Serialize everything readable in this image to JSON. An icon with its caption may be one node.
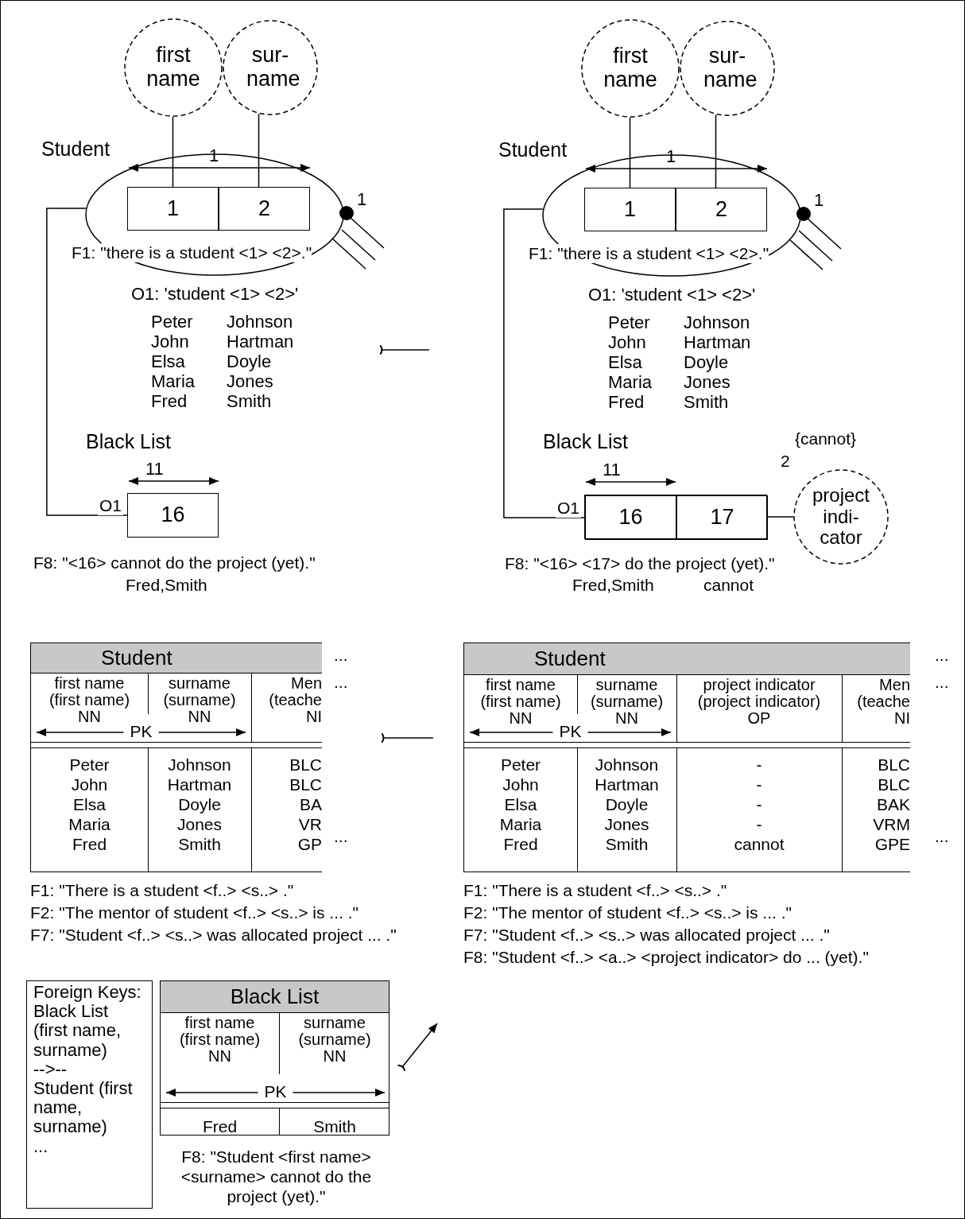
{
  "diagram": {
    "nodes": [
      {
        "text": [
          "first name"
        ]
      },
      {
        "text": [
          "sur- name"
        ]
      },
      {
        "text": [
          "Student"
        ],
        "beside": [
          "F1: \"there is a student <1> <2>.\""
        ]
      },
      {
        "text": [
          "1"
        ],
        "in": 2
      },
      {
        "text": [
          "2"
        ],
        "in": 2
      },
      {
        "text": [
          "Black List",
          "16"
        ],
        "beside": [
          "F8: \"<16> cannot do the project (yet).\"",
          "Fred,Smith"
        ]
      },
      {
        "text": [
          "first name"
        ]
      },
      {
        "text": [
          "sur- name"
        ]
      },
      {
        "text": [
          "Student"
        ],
        "beside": [
          "F1: \"there is a student <1> <2>.\""
        ]
      },
      {
        "text": [
          "1"
        ],
        "in": 8
      },
      {
        "text": [
          "2"
        ],
        "in": 8
      },
      {
        "text": [
          "Black List"
        ],
        "beside": [
          "F8: \"<16> <17> do the project (yet).\"",
          "Fred,Smith",
          "cannot"
        ]
      },
      {
        "text": [
          "16"
        ],
        "in": 11
      },
      {
        "text": [
          "17"
        ],
        "in": 11
      },
      {
        "text": [
          "project indi- cator"
        ],
        "beside": [
          "{cannot}",
          "2"
        ]
      },
      {
        "text": [
          "Student",
          "first name (first name) NN",
          "surname (surname) NN",
          "Men (teache NI",
          "PK",
          "Peter",
          "Johnson",
          "BLC",
          "John",
          "Hartman",
          "BLC",
          "Elsa",
          "Doyle",
          "BA",
          "Maria",
          "Jones",
          "VR",
          "Fred",
          "Smith",
          "GP"
        ],
        "beside": [
          "F1: \"There is a student <f..> <s..> .\"",
          "F2: \"The mentor of student <f..> <s..> is ... .\"",
          "F7: \"Student <f..> <s..> was allocated project ... .\"",
          "...",
          "...",
          "..."
        ]
      },
      {
        "text": [
          "Student",
          "first name (first name) NN",
          "surname (surname) NN",
          "project indicator (project indicator) OP",
          "Men (teache NI",
          "PK",
          "Peter",
          "Johnson",
          "-",
          "BLC",
          "John",
          "Hartman",
          "-",
          "BLC",
          "Elsa",
          "Doyle",
          "-",
          "BAK",
          "Maria",
          "Jones",
          "-",
          "VRM",
          "Fred",
          "Smith",
          "cannot",
          "GPE"
        ],
        "beside": [
          "F1: \"There is a student <f..> <s..> .\"",
          "F2: \"The mentor of student <f..> <s..> is ... .\"",
          "F7: \"Student <f..> <s..> was allocated project ... .\"",
          "F8: \"Student <f..> <a..> <project indicator> do ... (yet).\"",
          "...",
          "...",
          "..."
        ]
      },
      {
        "text": [
          "Foreign Keys:",
          "Black List (first name, surname)",
          "-->--",
          "Student (first name, surname)",
          "..."
        ]
      },
      {
        "text": [
          "Black List",
          "first name (first name) NN",
          "surname (surname) NN",
          "PK",
          "Fred",
          "Smith"
        ],
        "beside": [
          "F8: \"Student <first name> <surname> cannot do the project (yet).\""
        ]
      }
    ],
    "edges": [
      {
        "from": 0,
        "to": 3,
        "arrow": "none"
      },
      {
        "from": 1,
        "to": 4,
        "arrow": "none"
      },
      {
        "from": 2,
        "to": 5,
        "arrow": "none",
        "label": "O1"
      },
      {
        "from": 6,
        "to": 9,
        "arrow": "none"
      },
      {
        "from": 7,
        "to": 10,
        "arrow": "none"
      },
      {
        "from": 8,
        "to": 12,
        "arrow": "none",
        "label": "O1"
      },
      {
        "from": 13,
        "to": 14,
        "arrow": "none"
      }
    ],
    "labels": [
      "1",
      "1",
      "O1: 'student <1> <2>'",
      "Peter",
      "Johnson",
      "John",
      "Hartman",
      "Elsa",
      "Doyle",
      "Maria",
      "Jones",
      "Fred",
      "Smith",
      "11",
      "1",
      "1",
      "O1: 'student <1> <2>'",
      "Peter",
      "Johnson",
      "John",
      "Hartman",
      "Elsa",
      "Doyle",
      "Maria",
      "Jones",
      "Fred",
      "Smith",
      "11"
    ]
  }
}
